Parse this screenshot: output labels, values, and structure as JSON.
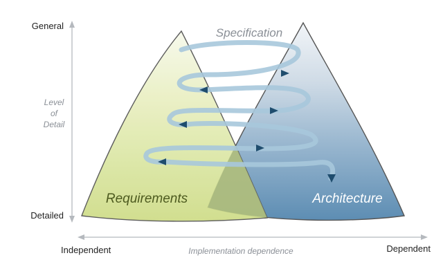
{
  "y_axis": {
    "top_label": "General",
    "bottom_label": "Detailed",
    "title_lines": [
      "Level",
      "of",
      "Detail"
    ]
  },
  "x_axis": {
    "left_label": "Independent",
    "right_label": "Dependent",
    "title": "Implementation dependence"
  },
  "spiral_label": "Specification",
  "requirements_label": "Requirements",
  "architecture_label": "Architecture",
  "colors": {
    "requirements": "#d6e39a",
    "architecture": "#5f8fb5",
    "overlap": "#a9b98a",
    "spiral": "#a8c8dc",
    "arrow": "#1f4d6e",
    "axis": "#9aa0a6",
    "outline": "#555555"
  }
}
